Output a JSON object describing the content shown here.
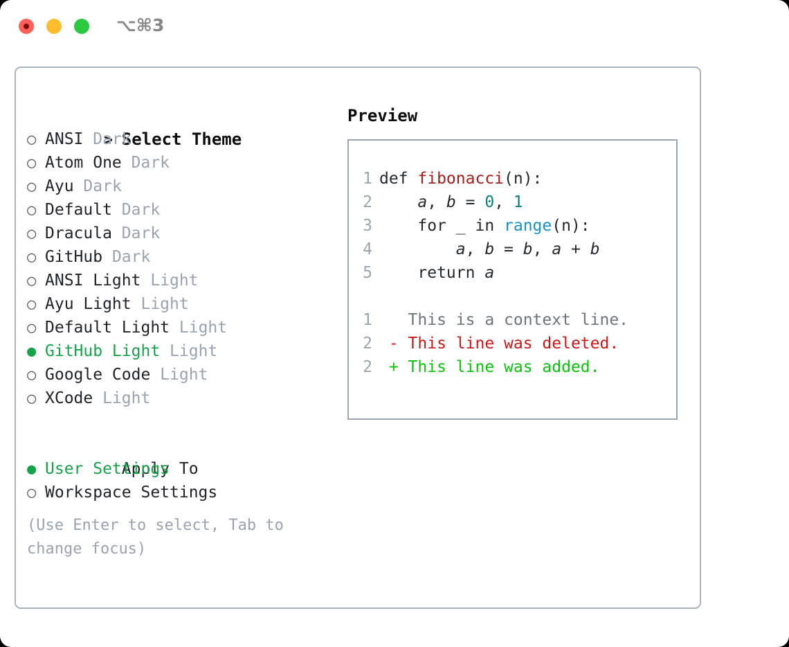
{
  "titlebar": {
    "shortcut": "⌥⌘3",
    "buttons": [
      {
        "name": "close",
        "color": "#ff6159"
      },
      {
        "name": "minimize",
        "color": "#ffbd2e"
      },
      {
        "name": "zoom",
        "color": "#2ac940"
      }
    ]
  },
  "theme_picker": {
    "heading_marker": ">",
    "heading": "Select Theme",
    "bullet_empty": "○",
    "bullet_full": "●",
    "items": [
      {
        "label": "ANSI",
        "tag": "Dark",
        "selected": false
      },
      {
        "label": "Atom One",
        "tag": "Dark",
        "selected": false
      },
      {
        "label": "Ayu",
        "tag": "Dark",
        "selected": false
      },
      {
        "label": "Default",
        "tag": "Dark",
        "selected": false
      },
      {
        "label": "Dracula",
        "tag": "Dark",
        "selected": false
      },
      {
        "label": "GitHub",
        "tag": "Dark",
        "selected": false
      },
      {
        "label": "ANSI Light",
        "tag": "Light",
        "selected": false
      },
      {
        "label": "Ayu Light",
        "tag": "Light",
        "selected": false
      },
      {
        "label": "Default Light",
        "tag": "Light",
        "selected": false
      },
      {
        "label": "GitHub Light",
        "tag": "Light",
        "selected": true
      },
      {
        "label": "Google Code",
        "tag": "Light",
        "selected": false
      },
      {
        "label": "XCode",
        "tag": "Light",
        "selected": false
      }
    ]
  },
  "apply_to": {
    "heading": "Apply To",
    "options": [
      {
        "label": "User Settings",
        "selected": true
      },
      {
        "label": "Workspace Settings",
        "selected": false
      }
    ]
  },
  "hint": "(Use Enter to select, Tab to change focus)",
  "preview": {
    "title": "Preview",
    "code_lines": [
      {
        "num": "1",
        "tokens": [
          {
            "t": "def ",
            "c": "plain"
          },
          {
            "t": "fibonacci",
            "c": "fn"
          },
          {
            "t": "(n):",
            "c": "plain"
          }
        ]
      },
      {
        "num": "2",
        "tokens": [
          {
            "t": "    ",
            "c": "plain"
          },
          {
            "t": "a",
            "c": "var"
          },
          {
            "t": ", ",
            "c": "plain"
          },
          {
            "t": "b",
            "c": "var"
          },
          {
            "t": " = ",
            "c": "plain"
          },
          {
            "t": "0",
            "c": "num"
          },
          {
            "t": ", ",
            "c": "plain"
          },
          {
            "t": "1",
            "c": "num"
          }
        ]
      },
      {
        "num": "3",
        "tokens": [
          {
            "t": "    for _ in ",
            "c": "plain"
          },
          {
            "t": "range",
            "c": "built"
          },
          {
            "t": "(n):",
            "c": "plain"
          }
        ]
      },
      {
        "num": "4",
        "tokens": [
          {
            "t": "        ",
            "c": "plain"
          },
          {
            "t": "a",
            "c": "var"
          },
          {
            "t": ", ",
            "c": "plain"
          },
          {
            "t": "b",
            "c": "var"
          },
          {
            "t": " = ",
            "c": "plain"
          },
          {
            "t": "b",
            "c": "var"
          },
          {
            "t": ", ",
            "c": "plain"
          },
          {
            "t": "a",
            "c": "var"
          },
          {
            "t": " + ",
            "c": "plain"
          },
          {
            "t": "b",
            "c": "var"
          }
        ]
      },
      {
        "num": "5",
        "tokens": [
          {
            "t": "    return ",
            "c": "plain"
          },
          {
            "t": "a",
            "c": "var"
          }
        ]
      }
    ],
    "diff_lines": [
      {
        "num": "1",
        "marker": " ",
        "text": "This is a context line.",
        "kind": "ctx"
      },
      {
        "num": "2",
        "marker": "-",
        "text": "This line was deleted.",
        "kind": "del"
      },
      {
        "num": "2",
        "marker": "+",
        "text": "This line was added.",
        "kind": "add"
      }
    ]
  },
  "colors": {
    "selected_green": "#16a34a",
    "diff_add_green": "#0ac40a",
    "diff_del_red": "#cc1818",
    "tag_gray": "#9aa3b0",
    "function_red": "#a81c1c",
    "number_teal": "#0f7f7f",
    "builtin_blue": "#1693c7",
    "border_gray": "#9aa5b1"
  }
}
